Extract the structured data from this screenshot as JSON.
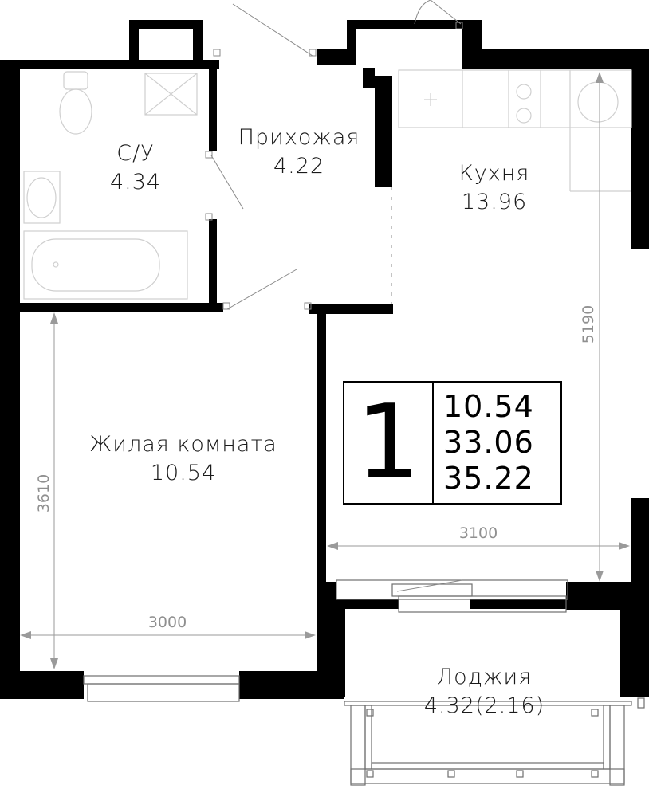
{
  "rooms": {
    "bathroom": {
      "name": "С/У",
      "area": "4.34"
    },
    "hallway": {
      "name": "Прихожая",
      "area": "4.22"
    },
    "kitchen": {
      "name": "Кухня",
      "area": "13.96"
    },
    "living": {
      "name": "Жилая комната",
      "area": "10.54"
    },
    "loggia": {
      "name": "Лоджия",
      "area": "4.32(2.16)"
    }
  },
  "dimensions": {
    "kitchen_height": "5190",
    "kitchen_width": "3100",
    "living_height": "3610",
    "living_width": "3000"
  },
  "summary": {
    "room_count": "1",
    "living_area": "10.54",
    "total_area": "33.06",
    "total_with_loggia": "35.22"
  }
}
